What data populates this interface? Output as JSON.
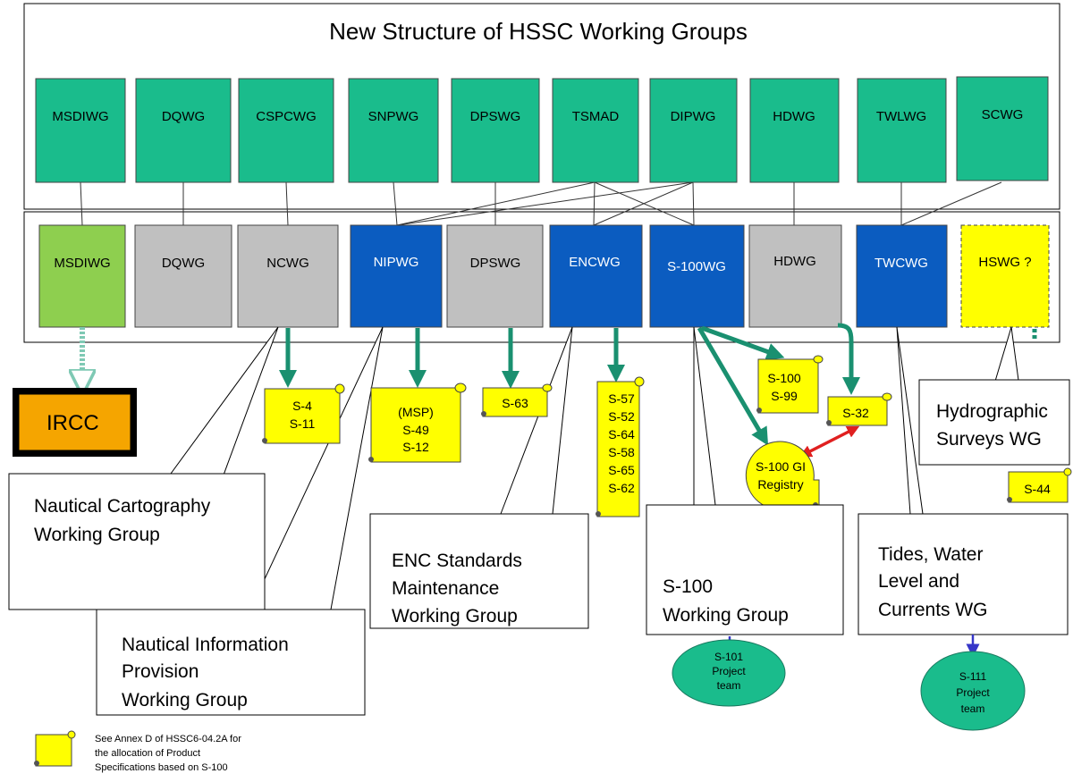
{
  "title": "New Structure of HSSC Working Groups",
  "old_groups": [
    "MSDIWG",
    "DQWG",
    "CSPCWG",
    "SNPWG",
    "DPSWG",
    "TSMAD",
    "DIPWG",
    "HDWG",
    "TWLWG",
    "SCWG"
  ],
  "new_groups": [
    "MSDIWG",
    "DQWG",
    "NCWG",
    "NIPWG",
    "DPSWG",
    "ENCWG",
    "S-100WG",
    "HDWG",
    "TWCWG",
    "HSWG ?"
  ],
  "ircc": "IRCC",
  "scrolls": {
    "ncwg": [
      "S-4",
      "S-11"
    ],
    "nipwg": [
      "(MSP)",
      "S-49",
      "S-12"
    ],
    "dpswg": [
      "S-63"
    ],
    "encwg": [
      "S-57",
      "S-52",
      "S-64",
      "S-58",
      "S-65",
      "S-62"
    ],
    "s100": [
      "S-100",
      "S-99"
    ],
    "hdwg": [
      "S-32"
    ],
    "hswg": [
      "S-44"
    ]
  },
  "gi_registry": [
    "S-100 GI",
    "Registry"
  ],
  "callouts": {
    "ncwg": [
      "Nautical Cartography",
      "Working Group"
    ],
    "nipwg": [
      "Nautical Information",
      "Provision",
      "Working Group"
    ],
    "encwg": [
      "ENC Standards",
      "Maintenance",
      "Working Group"
    ],
    "s100wg": [
      "S-100",
      "Working Group"
    ],
    "twcwg": [
      "Tides, Water",
      "Level and",
      "Currents WG"
    ],
    "hswg": [
      "Hydrographic",
      "Surveys WG"
    ]
  },
  "project_teams": {
    "s101": [
      "S-101",
      "Project",
      "team"
    ],
    "s111": [
      "S-111",
      "Project",
      "team"
    ]
  },
  "legend": [
    "See Annex D of HSSC6-04.2A for",
    "the allocation of Product",
    "Specifications based on S-100"
  ],
  "colors": {
    "old_group": "#1ABC8C",
    "msdi_new": "#8ECF4F",
    "grey_new": "#C0C0C0",
    "blue_new": "#0B5CC0",
    "hswg": "#FFFF00",
    "scroll": "#FFFF00",
    "arrow_green": "#1A9070",
    "arrow_blue": "#3636C8",
    "arrow_red": "#E02020",
    "ircc_fill": "#F5A500"
  }
}
